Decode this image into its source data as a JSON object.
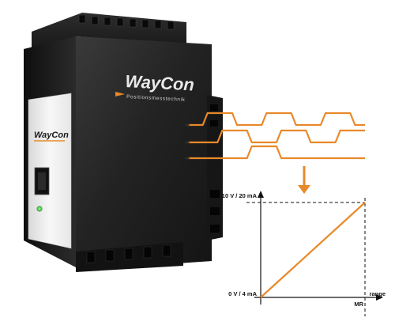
{
  "device": {
    "brand_main": "WayCon",
    "brand_tagline": "Positionsmesstechnik",
    "brand_front": "WayCon"
  },
  "diagram": {
    "arrow_down_label": "",
    "ylabel_top": "10 V / 20 mA",
    "ylabel_bottom": "0 V / 4 mA",
    "xlabel_end": "range",
    "xlabel_mr": "MR"
  },
  "colors": {
    "signal": "#e8892a",
    "housing_dark": "#1e1e1e",
    "housing_face": "#262626",
    "front_panel": "#f3f3f3",
    "led": "#3fbf3f",
    "axis": "#111111"
  },
  "signals": [
    {
      "name": "",
      "pattern": [
        0,
        1,
        1,
        0,
        0,
        1,
        1,
        0,
        0,
        1,
        1,
        0
      ]
    },
    {
      "name": "",
      "pattern": [
        0,
        0,
        1,
        1,
        0,
        0,
        1,
        1,
        0,
        0,
        1,
        1
      ]
    },
    {
      "name": "",
      "pattern": [
        0,
        0,
        0,
        0,
        1,
        1,
        0,
        0,
        0,
        0,
        0,
        0
      ]
    }
  ],
  "chart_data": {
    "type": "line",
    "title": "",
    "xlabel": "range",
    "ylabel": "",
    "x_ticks": [
      "MR"
    ],
    "y_ticks": [
      "0 V / 4 mA",
      "10 V / 20 mA"
    ],
    "series": [
      {
        "name": "",
        "x": [
          0,
          1
        ],
        "y": [
          0,
          1
        ]
      }
    ],
    "xlim": [
      0,
      1
    ],
    "ylim": [
      0,
      1
    ],
    "grid": false
  }
}
